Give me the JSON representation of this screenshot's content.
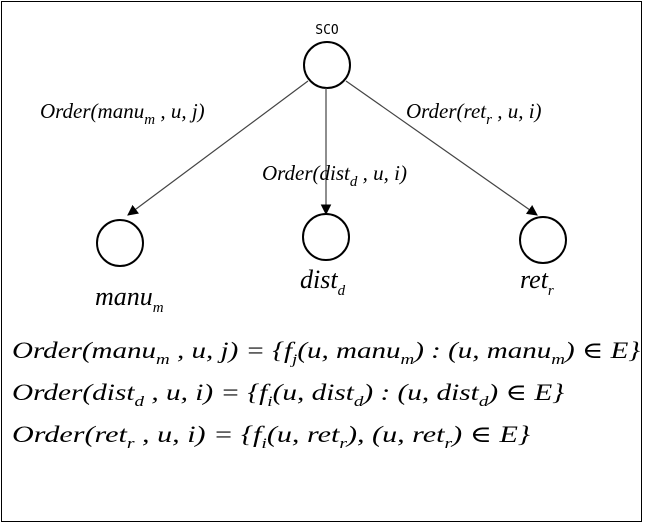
{
  "root": {
    "label": "SCO"
  },
  "children": [
    {
      "id": "manu",
      "base": "manu",
      "sub": "m"
    },
    {
      "id": "dist",
      "base": "dist",
      "sub": "d"
    },
    {
      "id": "ret",
      "base": "ret",
      "sub": "r"
    }
  ],
  "edges": [
    {
      "to": "manu",
      "text_pre": "Order(manu",
      "sub": "m",
      "text_post": " , u, j)"
    },
    {
      "to": "dist",
      "text_pre": "Order(dist",
      "sub": "d",
      "text_post": " , u, i)"
    },
    {
      "to": "ret",
      "text_pre": "Order(ret",
      "sub": "r",
      "text_post": " , u, i)"
    }
  ],
  "equations": [
    {
      "lhs_pre": "Order(manu",
      "lhs_sub": "m",
      "lhs_post": " , u, j) = {f",
      "f_sub": "j",
      "mid1": "(u, manu",
      "mid1_sub": "m",
      "mid2": ") : (u, manu",
      "mid2_sub": "m",
      "tail": ") ∈ E}"
    },
    {
      "lhs_pre": "Order(dist",
      "lhs_sub": "d",
      "lhs_post": " , u, i) = {f",
      "f_sub": "i",
      "mid1": "(u, dist",
      "mid1_sub": "d",
      "mid2": ") : (u, dist",
      "mid2_sub": "d",
      "tail": ") ∈ E}"
    },
    {
      "lhs_pre": "Order(ret",
      "lhs_sub": "r",
      "lhs_post": " , u, i) = {f",
      "f_sub": "i",
      "mid1": "(u, ret",
      "mid1_sub": "r",
      "mid2": "), (u, ret",
      "mid2_sub": "r",
      "tail": ") ∈ E}"
    }
  ]
}
